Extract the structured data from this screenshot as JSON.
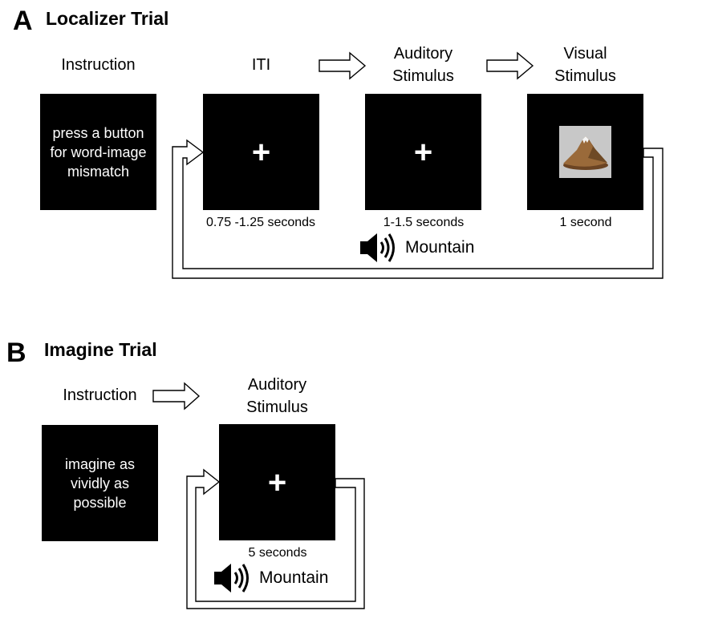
{
  "panel_a": {
    "letter": "A",
    "title": "Localizer Trial",
    "instruction": {
      "label": "Instruction",
      "text_line1": "press a button",
      "text_line2": "for  word-image",
      "text_line3": "mismatch"
    },
    "iti": {
      "label": "ITI",
      "symbol": "+",
      "duration": "0.75 -1.25 seconds"
    },
    "auditory": {
      "label_line1": "Auditory",
      "label_line2": "Stimulus",
      "symbol": "+",
      "duration": "1-1.5 seconds"
    },
    "visual": {
      "label_line1": "Visual",
      "label_line2": "Stimulus",
      "image": "mountain-image",
      "duration": "1 second"
    },
    "sound": {
      "icon": "speaker-icon",
      "word": "Mountain"
    }
  },
  "panel_b": {
    "letter": "B",
    "title": "Imagine Trial",
    "instruction": {
      "label": "Instruction",
      "text_line1": "imagine as",
      "text_line2": "vividly as",
      "text_line3": "possible"
    },
    "auditory": {
      "label_line1": "Auditory",
      "label_line2": "Stimulus",
      "symbol": "+",
      "duration": "5 seconds"
    },
    "sound": {
      "icon": "speaker-icon",
      "word": "Mountain"
    }
  },
  "colors": {
    "box": "#000000",
    "box_text": "#ffffff",
    "line": "#000000",
    "image_bg": "#c8c8c8",
    "mountain": "#8b5a2b"
  }
}
